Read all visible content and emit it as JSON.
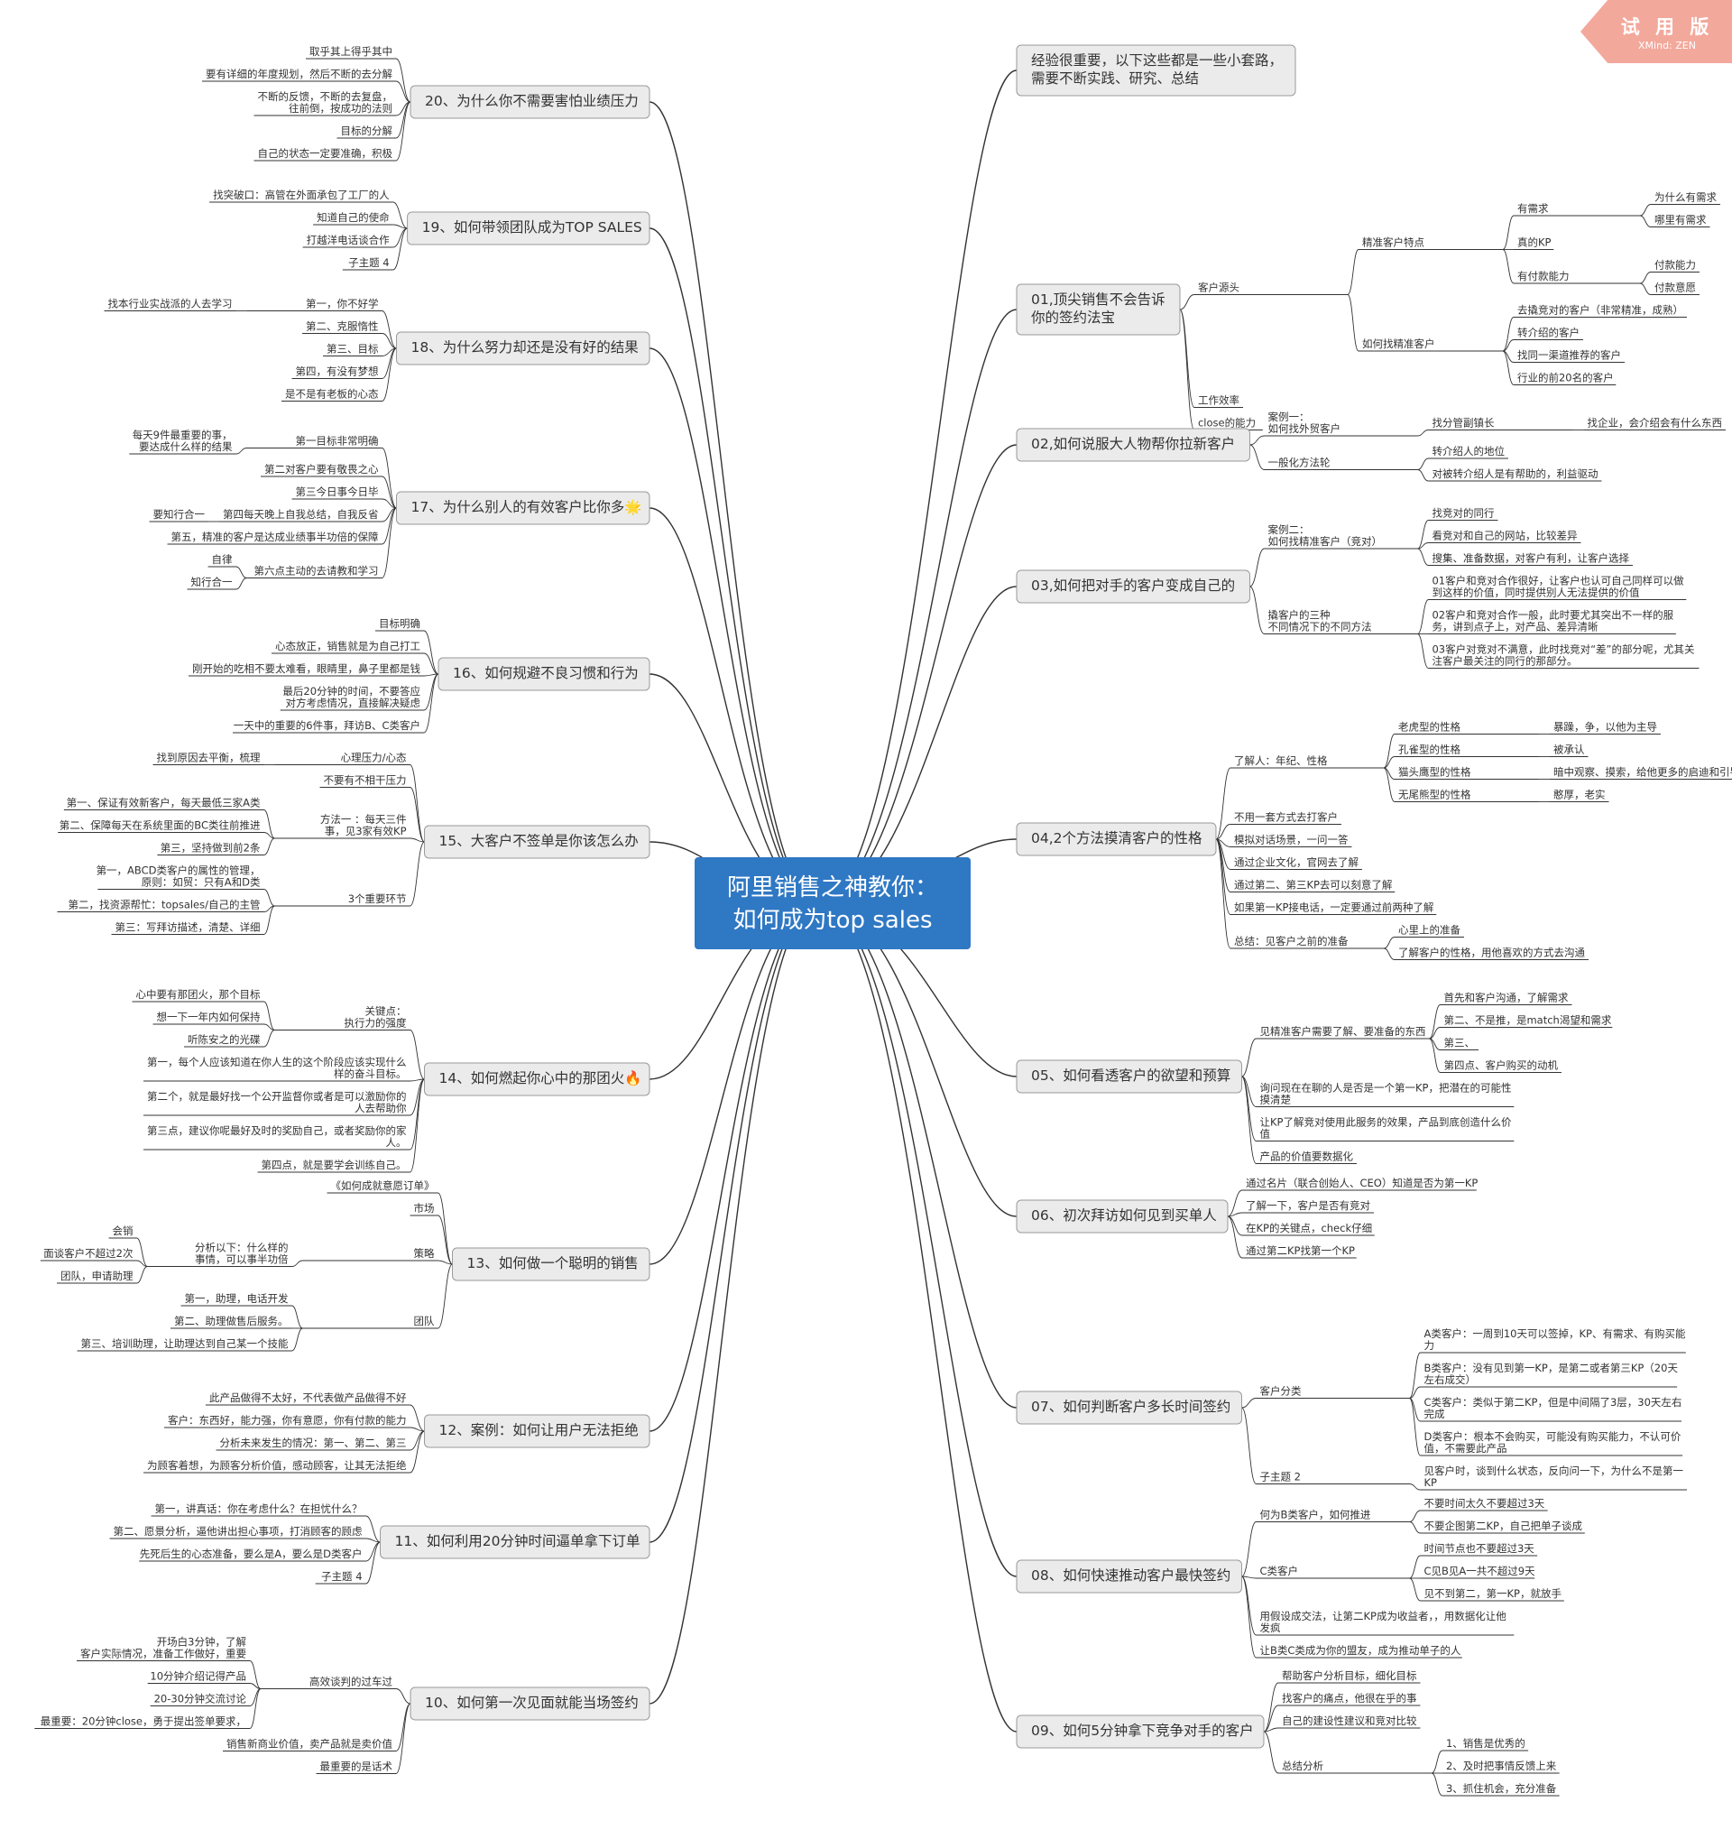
{
  "watermark": {
    "title": "试 用 版",
    "subtitle": "XMind: ZEN"
  },
  "colors": {
    "root_fill": "#2f78c4",
    "root_text": "#ffffff",
    "main_fill": "#ebebeb",
    "main_border": "#9a9a9a",
    "line": "#333333"
  },
  "root": {
    "lines": [
      "阿里销售之神教你：",
      "如何成为top sales"
    ]
  },
  "right_topics": [
    {
      "id": "r00",
      "lines": [
        "经验很重要，以下这些都是一些小套路，",
        "需要不断实践、研究、总结"
      ],
      "children": []
    },
    {
      "id": "r01",
      "lines": [
        "01,顶尖销售不会告诉",
        "你的签约法宝"
      ],
      "children": [
        {
          "t": "客户源头",
          "c": [
            {
              "t": "精准客户特点",
              "c": [
                {
                  "t": "有需求",
                  "c": [
                    {
                      "t": "为什么有需求"
                    },
                    {
                      "t": "哪里有需求"
                    }
                  ]
                },
                {
                  "t": "真的KP"
                },
                {
                  "t": "有付款能力",
                  "c": [
                    {
                      "t": "付款能力"
                    },
                    {
                      "t": "付款意愿"
                    }
                  ]
                }
              ]
            },
            {
              "t": "如何找精准客户",
              "c": [
                {
                  "t": "去撬竞对的客户（非常精准，成熟）"
                },
                {
                  "t": "转介绍的客户"
                },
                {
                  "t": "找同一渠道推荐的客户"
                },
                {
                  "t": "行业的前20名的客户"
                }
              ]
            }
          ]
        },
        {
          "t": "工作效率"
        },
        {
          "t": "close的能力"
        }
      ]
    },
    {
      "id": "r02",
      "lines": [
        "02,如何说服大人物帮你拉新客户"
      ],
      "children": [
        {
          "t": "案例一：\n如何找外贸客户",
          "c": [
            {
              "t": "找分管副镇长",
              "c": [
                {
                  "t": "找企业，会介绍会有什么东西"
                }
              ]
            }
          ]
        },
        {
          "t": "一般化方法轮",
          "c": [
            {
              "t": "转介绍人的地位"
            },
            {
              "t": "对被转介绍人是有帮助的，利益驱动"
            }
          ]
        }
      ]
    },
    {
      "id": "r03",
      "lines": [
        "03,如何把对手的客户变成自己的"
      ],
      "children": [
        {
          "t": "案例二：\n如何找精准客户（竞对）",
          "c": [
            {
              "t": "找竞对的同行"
            },
            {
              "t": "看竞对和自己的网站，比较差异"
            },
            {
              "t": "搜集、准备数据，对客户有利，让客户选择"
            }
          ]
        },
        {
          "t": "撬客户的三种\n不同情况下的不同方法",
          "c": [
            {
              "t": "01客户和竞对合作很好，让客户也认可自己同样可以做\n到这样的价值，同时提供别人无法提供的价值"
            },
            {
              "t": "02客户和竞对合作一般，此时要尤其突出不一样的服\n务，讲到点子上，对产品、差异清晰"
            },
            {
              "t": "03客户对竞对不满意，此时找竞对“差”的部分呢，尤其关\n注客户最关注的同行的那部分。"
            }
          ]
        }
      ]
    },
    {
      "id": "r04",
      "lines": [
        "04,2个方法摸清客户的性格"
      ],
      "children": [
        {
          "t": "了解人：年纪、性格",
          "c": [
            {
              "t": "老虎型的性格",
              "c": [
                {
                  "t": "暴躁，争，以他为主导"
                }
              ]
            },
            {
              "t": "孔雀型的性格",
              "c": [
                {
                  "t": "被承认"
                }
              ]
            },
            {
              "t": "猫头鹰型的性格",
              "c": [
                {
                  "t": "暗中观察、摸索，给他更多的启迪和引导"
                }
              ]
            },
            {
              "t": "无尾熊型的性格",
              "c": [
                {
                  "t": "憨厚，老实"
                }
              ]
            }
          ]
        },
        {
          "t": "不用一套方式去打客户"
        },
        {
          "t": "模拟对话场景，一问一答"
        },
        {
          "t": "通过企业文化，官网去了解"
        },
        {
          "t": "通过第二、第三KP去可以刻意了解"
        },
        {
          "t": "如果第一KP接电话，一定要通过前两种了解"
        },
        {
          "t": "总结：见客户之前的准备",
          "c": [
            {
              "t": "心里上的准备"
            },
            {
              "t": "了解客户的性格，用他喜欢的方式去沟通"
            }
          ]
        }
      ]
    },
    {
      "id": "r05",
      "lines": [
        "05、如何看透客户的欲望和预算"
      ],
      "children": [
        {
          "t": "见精准客户需要了解、要准备的东西",
          "c": [
            {
              "t": "首先和客户沟通，了解需求"
            },
            {
              "t": "第二、不是推，是match渴望和需求"
            },
            {
              "t": "第三、"
            },
            {
              "t": "第四点、客户购买的动机"
            }
          ]
        },
        {
          "t": "询问现在在聊的人是否是一个第一KP，把潜在的可能性\n摸清楚"
        },
        {
          "t": "让KP了解竞对使用此服务的效果，产品到底创造什么价\n值"
        },
        {
          "t": "产品的价值要数据化"
        }
      ]
    },
    {
      "id": "r06",
      "lines": [
        "06、初次拜访如何见到买单人"
      ],
      "children": [
        {
          "t": "通过名片（联合创始人、CEO）知道是否为第一KP"
        },
        {
          "t": "了解一下，客户是否有竞对"
        },
        {
          "t": "在KP的关键点，check仔细"
        },
        {
          "t": "通过第二KP找第一个KP"
        }
      ]
    },
    {
      "id": "r07",
      "lines": [
        "07、如何判断客户多长时间签约"
      ],
      "children": [
        {
          "t": "客户分类",
          "c": [
            {
              "t": "A类客户：一周到10天可以签掉，KP、有需求、有购买能\n力"
            },
            {
              "t": "B类客户：没有见到第一KP，是第二或者第三KP（20天\n左右成交）"
            },
            {
              "t": "C类客户：类似于第二KP，但是中间隔了3层，30天左右\n完成"
            },
            {
              "t": "D类客户：根本不会购买，可能没有购买能力，不认可价\n值，不需要此产品"
            }
          ]
        },
        {
          "t": "子主题 2",
          "c": [
            {
              "t": "见客户时，谈到什么状态，反向问一下，为什么不是第一\nKP"
            }
          ]
        }
      ]
    },
    {
      "id": "r08",
      "lines": [
        "08、如何快速推动客户最快签约"
      ],
      "children": [
        {
          "t": "何为B类客户，如何推进",
          "c": [
            {
              "t": "不要时间太久不要超过3天"
            },
            {
              "t": "不要企图第二KP，自己把单子谈成"
            }
          ]
        },
        {
          "t": "C类客户",
          "c": [
            {
              "t": "时间节点也不要超过3天"
            },
            {
              "t": "C见B见A一共不超过9天"
            },
            {
              "t": "见不到第二，第一KP，就放手"
            }
          ]
        },
        {
          "t": "用假设成交法，让第二KP成为收益者，，用数据化让他\n发疯"
        },
        {
          "t": "让B类C类成为你的盟友，成为推动单子的人"
        }
      ]
    },
    {
      "id": "r09",
      "lines": [
        "09、如何5分钟拿下竞争对手的客户"
      ],
      "children": [
        {
          "t": "帮助客户分析目标，细化目标"
        },
        {
          "t": "找客户的痛点，他很在乎的事"
        },
        {
          "t": "自己的建设性建议和竞对比较"
        },
        {
          "t": "总结分析",
          "c": [
            {
              "t": "1、销售是优秀的"
            },
            {
              "t": "2、及时把事情反馈上来"
            },
            {
              "t": "3、抓住机会，充分准备"
            }
          ]
        }
      ]
    }
  ],
  "left_topics": [
    {
      "id": "l20",
      "lines": [
        "20、为什么你不需要害怕业绩压力"
      ],
      "children": [
        {
          "t": "取乎其上得乎其中"
        },
        {
          "t": "要有详细的年度规划，然后不断的去分解"
        },
        {
          "t": "不断的反馈，不断的去复盘，\n往前倒，按成功的法则"
        },
        {
          "t": "目标的分解"
        },
        {
          "t": "自己的状态一定要准确，积极"
        }
      ]
    },
    {
      "id": "l19",
      "lines": [
        "19、如何带领团队成为TOP SALES"
      ],
      "children": [
        {
          "t": "找突破口：高管在外面承包了工厂的人"
        },
        {
          "t": "知道自己的使命"
        },
        {
          "t": "打越洋电话谈合作"
        },
        {
          "t": "子主题 4"
        }
      ]
    },
    {
      "id": "l18",
      "lines": [
        "18、为什么努力却还是没有好的结果"
      ],
      "children": [
        {
          "t": "第一，你不好学",
          "c": [
            {
              "t": "找本行业实战派的人去学习"
            }
          ]
        },
        {
          "t": "第二、克服惰性"
        },
        {
          "t": "第三、目标"
        },
        {
          "t": "第四，有没有梦想"
        },
        {
          "t": "是不是有老板的心态"
        }
      ]
    },
    {
      "id": "l17",
      "lines": [
        "17、为什么别人的有效客户比你多🌟"
      ],
      "children": [
        {
          "t": "第一目标非常明确",
          "c": [
            {
              "t": "每天9件最重要的事，\n要达成什么样的结果"
            }
          ]
        },
        {
          "t": "第二对客户要有敬畏之心"
        },
        {
          "t": "第三今日事今日毕"
        },
        {
          "t": "第四每天晚上自我总结，自我反省",
          "c": [
            {
              "t": "要知行合一"
            }
          ]
        },
        {
          "t": "第五，精准的客户是达成业绩事半功倍的保障"
        },
        {
          "t": "第六点主动的去请教和学习",
          "c": [
            {
              "t": "自律"
            },
            {
              "t": "知行合一"
            }
          ]
        }
      ]
    },
    {
      "id": "l16",
      "lines": [
        "16、如何规避不良习惯和行为"
      ],
      "children": [
        {
          "t": "目标明确"
        },
        {
          "t": "心态放正，销售就是为自己打工"
        },
        {
          "t": "刚开始的吃相不要太难看，眼睛里，鼻子里都是钱"
        },
        {
          "t": "最后20分钟的时间，不要答应\n对方考虑情况，直接解决疑虑"
        },
        {
          "t": "一天中的重要的6件事，拜访B、C类客户"
        }
      ]
    },
    {
      "id": "l15",
      "lines": [
        "15、大客户不签单是你该怎么办"
      ],
      "children": [
        {
          "t": "心理压力/心态",
          "c": [
            {
              "t": "找到原因去平衡，梳理"
            }
          ]
        },
        {
          "t": "不要有不相干压力"
        },
        {
          "t": "方法一 ：每天三件\n事，见3家有效KP",
          "c": [
            {
              "t": "第一、保证有效新客户，每天最低三家A类"
            },
            {
              "t": "第二、保障每天在系统里面的BC类往前推进"
            },
            {
              "t": "第三，坚持做到前2条"
            }
          ]
        },
        {
          "t": "3个重要环节",
          "c": [
            {
              "t": "第一，ABCD类客户的属性的管理，\n原则：如贸：只有A和D类"
            },
            {
              "t": "第二，找资源帮忙：topsales/自己的主管"
            },
            {
              "t": "第三：写拜访描述，清楚、详细"
            }
          ]
        }
      ]
    },
    {
      "id": "l14",
      "lines": [
        "14、如何燃起你心中的那团火🔥"
      ],
      "children": [
        {
          "t": "关键点：\n执行力的强度",
          "c": [
            {
              "t": "心中要有那团火，那个目标"
            },
            {
              "t": "想一下一年内如何保持"
            },
            {
              "t": "听陈安之的光碟"
            }
          ]
        },
        {
          "t": "第一，每个人应该知道在你人生的这个阶段应该实现什么\n样的奋斗目标。"
        },
        {
          "t": "第二个，就是最好找一个公开监督你或者是可以激励你的\n人去帮助你"
        },
        {
          "t": "第三点，建议你呢最好及时的奖励自己，或者奖励你的家\n人。"
        },
        {
          "t": "第四点，就是要学会训练自己。"
        }
      ]
    },
    {
      "id": "l13",
      "lines": [
        "13、如何做一个聪明的销售"
      ],
      "children": [
        {
          "t": "《如何成就意愿订单》"
        },
        {
          "t": "市场"
        },
        {
          "t": "策略",
          "c": [
            {
              "t": "分析以下：什么样的\n事情，可以事半功倍",
              "c": [
                {
                  "t": "会销"
                },
                {
                  "t": "面谈客户不超过2次"
                },
                {
                  "t": "团队，申请助理"
                }
              ]
            }
          ]
        },
        {
          "t": "团队",
          "c": [
            {
              "t": "第一，助理，电话开发"
            },
            {
              "t": "第二、助理做售后服务。"
            },
            {
              "t": "第三、培训助理，让助理达到自己某一个技能"
            }
          ]
        }
      ]
    },
    {
      "id": "l12",
      "lines": [
        "12、案例：如何让用户无法拒绝"
      ],
      "children": [
        {
          "t": "此产品做得不太好，不代表做产品做得不好"
        },
        {
          "t": "客户：东西好，能力强，你有意愿，你有付款的能力"
        },
        {
          "t": "分析未来发生的情况：第一、第二、第三"
        },
        {
          "t": "为顾客着想，为顾客分析价值，感动顾客，让其无法拒绝"
        }
      ]
    },
    {
      "id": "l11",
      "lines": [
        "11、如何利用20分钟时间逼单拿下订单"
      ],
      "children": [
        {
          "t": "第一，讲真话：你在考虑什么？在担忧什么？"
        },
        {
          "t": "第二、愿景分析，逼他讲出担心事项，打消顾客的顾虑"
        },
        {
          "t": "先死后生的心态准备，要么是A，要么是D类客户"
        },
        {
          "t": "子主题 4"
        }
      ]
    },
    {
      "id": "l10",
      "lines": [
        "10、如何第一次见面就能当场签约"
      ],
      "children": [
        {
          "t": "高效谈判的过车过",
          "c": [
            {
              "t": "开场白3分钟，了解\n客户实际情况，准备工作做好，重要"
            },
            {
              "t": "10分钟介绍记得产品"
            },
            {
              "t": "20-30分钟交流讨论"
            },
            {
              "t": "最重要：20分钟close，勇于提出签单要求，"
            }
          ]
        },
        {
          "t": "销售新商业价值，卖产品就是卖价值"
        },
        {
          "t": "最重要的是话术"
        }
      ]
    }
  ]
}
